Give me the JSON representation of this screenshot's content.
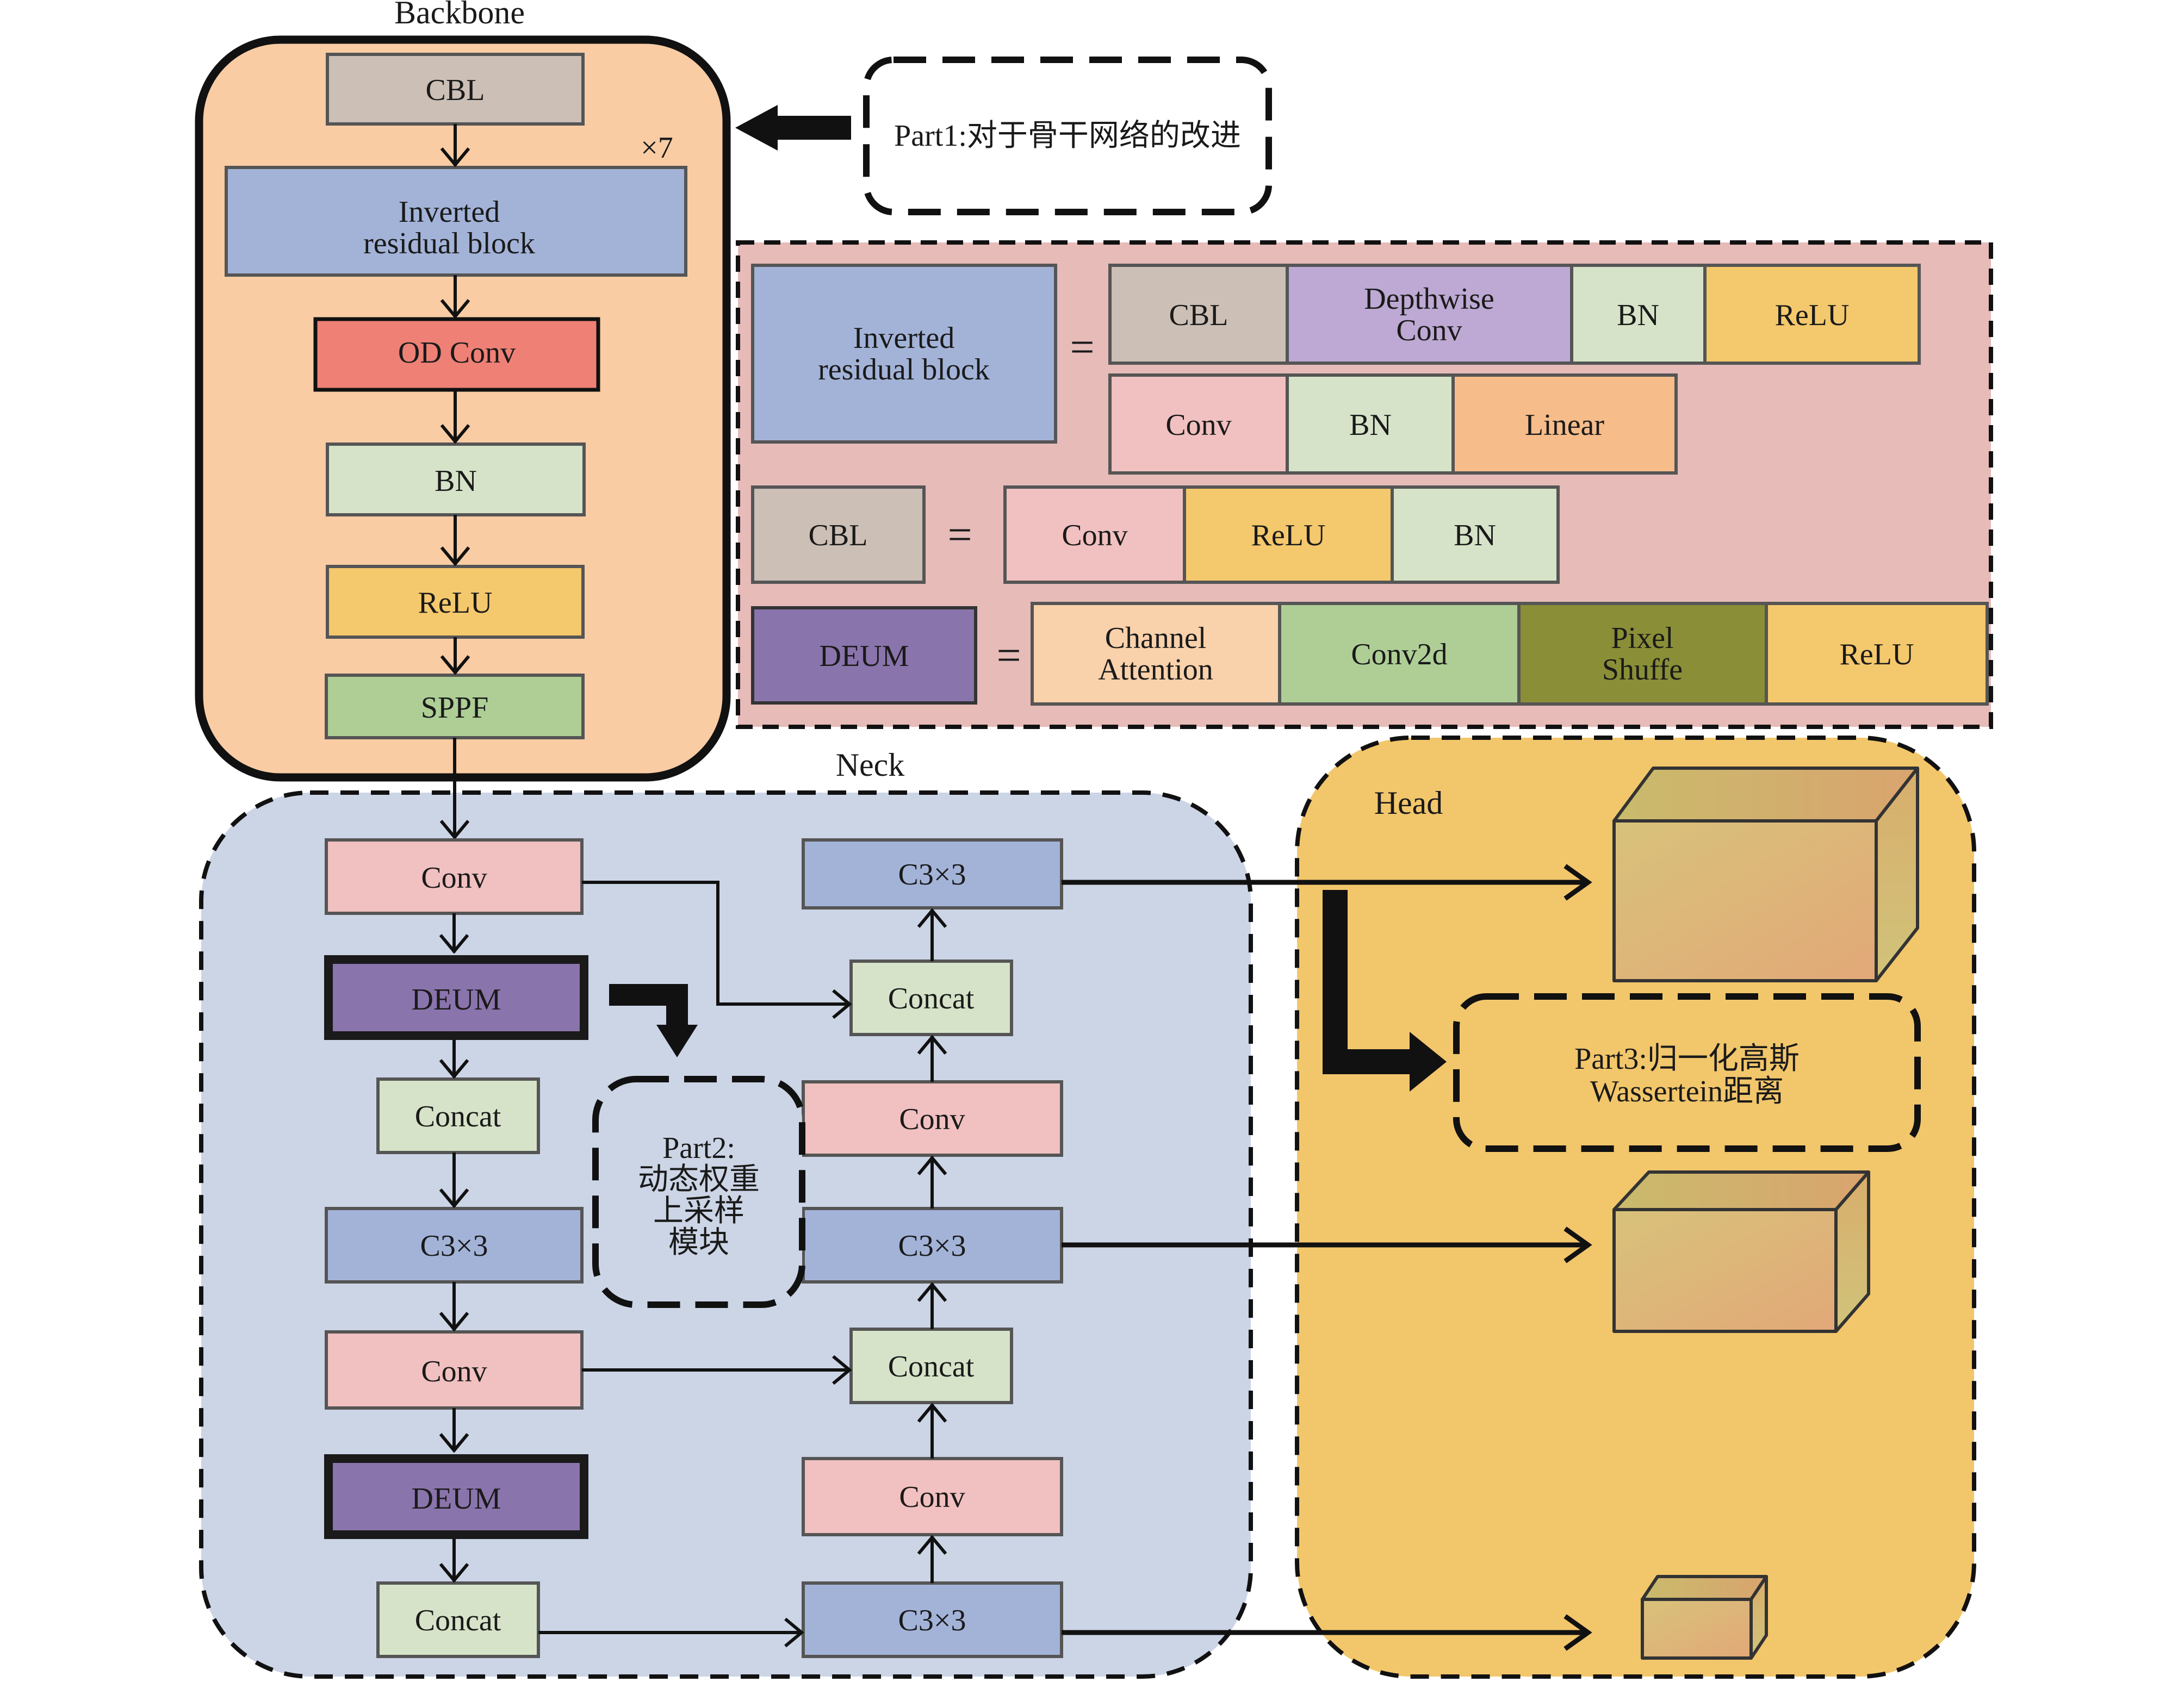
{
  "colors": {
    "backbone_bg": "#F9CCA4",
    "legend_bg": "#E6BBB8",
    "neck_bg": "#CCD5E6",
    "head_bg": "#F2C66B",
    "cbl": "#CCBFB6",
    "inverted": "#A3B3D8",
    "od_conv": "#EE8076",
    "bn": "#D6E3C8",
    "relu": "#F4C86C",
    "sppf": "#AECE96",
    "conv": "#F1C0C0",
    "deum": "#8A74AC",
    "concat": "#D6E3C8",
    "c3x3": "#A3B3D8",
    "depthwise": "#BDA9D3",
    "linear": "#F6BC8A",
    "channel_attention": "#F9D1AB",
    "conv2d": "#AECE96",
    "pixel_shuffle": "#8A8E36"
  },
  "backbone": {
    "title": "Backbone",
    "repeat": "×7",
    "cbl": "CBL",
    "inverted_l1": "Inverted",
    "inverted_l2": "residual block",
    "od_conv": "OD Conv",
    "bn": "BN",
    "relu": "ReLU",
    "sppf": "SPPF"
  },
  "part1": {
    "label": "Part1:对于骨干网络的改进"
  },
  "legend": {
    "inverted_l1": "Inverted",
    "inverted_l2": "residual block",
    "eq1": "=",
    "row1a": {
      "cbl": "CBL",
      "depthwise_l1": "Depthwise",
      "depthwise_l2": "Conv",
      "bn": "BN",
      "relu": "ReLU"
    },
    "row1b": {
      "conv": "Conv",
      "bn": "BN",
      "linear": "Linear"
    },
    "cbl": "CBL",
    "eq2": "=",
    "row2": {
      "conv": "Conv",
      "relu": "ReLU",
      "bn": "BN"
    },
    "deum": "DEUM",
    "eq3": "=",
    "row3": {
      "ca_l1": "Channel",
      "ca_l2": "Attention",
      "conv2d": "Conv2d",
      "ps_l1": "Pixel",
      "ps_l2": "Shuffe",
      "relu": "ReLU"
    }
  },
  "neck": {
    "title": "Neck",
    "left": {
      "conv1": "Conv",
      "deum1": "DEUM",
      "concat1": "Concat",
      "c3_1": "C3×3",
      "conv2": "Conv",
      "deum2": "DEUM",
      "concat2": "Concat"
    },
    "right": {
      "c3_top": "C3×3",
      "concat_top": "Concat",
      "conv_top": "Conv",
      "c3_mid": "C3×3",
      "concat_mid": "Concat",
      "conv_low": "Conv",
      "c3_bot": "C3×3"
    },
    "part2": {
      "l1": "Part2:",
      "l2": "动态权重",
      "l3": "上采样",
      "l4": "模块"
    }
  },
  "head": {
    "title": "Head",
    "part3": {
      "l1": "Part3:归一化高斯",
      "l2": "Wassertein距离"
    }
  }
}
